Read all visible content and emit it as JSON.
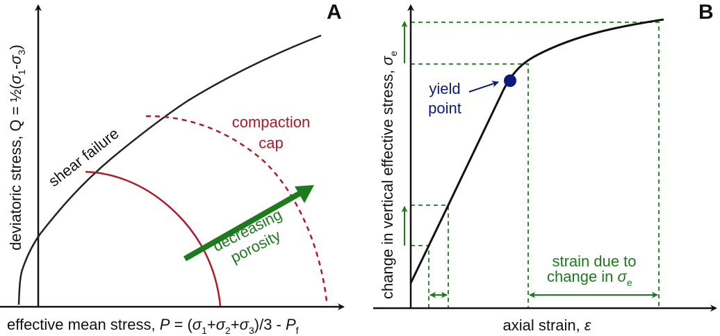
{
  "colors": {
    "axis": "#111111",
    "cap": "#b0182a",
    "green": "#1d7a1d",
    "yield": "#0c1a7e"
  },
  "panel_a": {
    "letter": "A",
    "xlabel_parts": [
      "effective mean stress, ",
      "P",
      " = (",
      "σ",
      "1",
      "+",
      "σ",
      "2",
      "+",
      "σ",
      "3",
      ")/3 - ",
      "P",
      "f"
    ],
    "ylabel_parts": [
      "deviatoric stress, Q = ½(",
      "σ",
      "1",
      "-",
      "σ",
      "3",
      ")"
    ],
    "shear_label": "shear failure",
    "cap_label": [
      "compaction",
      "cap"
    ],
    "arrow_label": [
      "decreasing",
      "porosity"
    ]
  },
  "panel_b": {
    "letter": "B",
    "xlabel_parts": [
      "axial strain, ",
      "ε"
    ],
    "ylabel_parts": [
      "change in vertical effective stress, ",
      "σ",
      "e"
    ],
    "yield_label": [
      "yield",
      "point"
    ],
    "strain_label": [
      "strain due to",
      "change in ",
      "σ",
      "e"
    ]
  }
}
